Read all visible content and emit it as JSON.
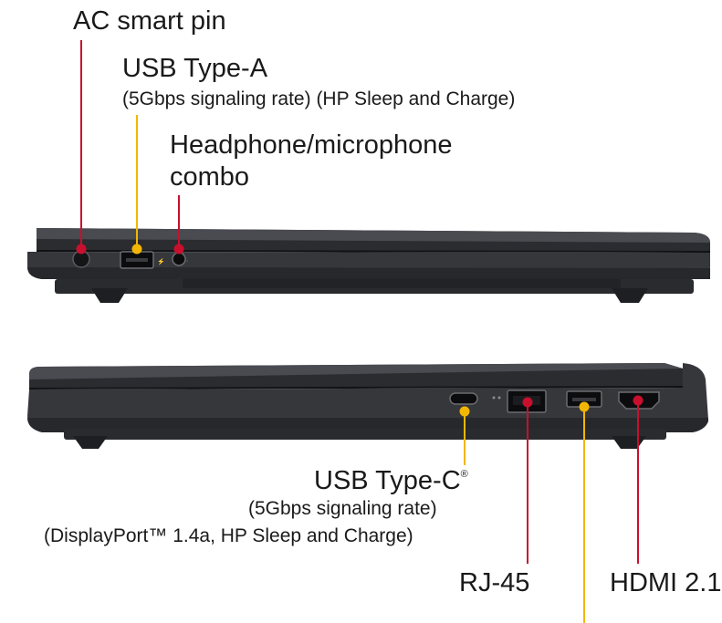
{
  "left_side": {
    "ac_pin": {
      "title": "AC smart pin"
    },
    "usb_a": {
      "title": "USB Type-A",
      "detail": "(5Gbps signaling rate) (HP Sleep and Charge)"
    },
    "headphone": {
      "title_line1": "Headphone/microphone",
      "title_line2": "combo"
    }
  },
  "right_side": {
    "usb_c": {
      "title": "USB Type-C",
      "mark": "®",
      "detail_line1": "(5Gbps signaling rate)",
      "detail_line2": "(DisplayPort™ 1.4a, HP Sleep and Charge)"
    },
    "rj45": {
      "title": "RJ-45"
    },
    "hdmi": {
      "title": "HDMI 2.1"
    }
  },
  "colors": {
    "red": "#c8102e",
    "yellow": "#f2b705",
    "chassis": "#35363a",
    "chassis_dark": "#1e1f22",
    "chassis_light": "#5a5b60"
  }
}
